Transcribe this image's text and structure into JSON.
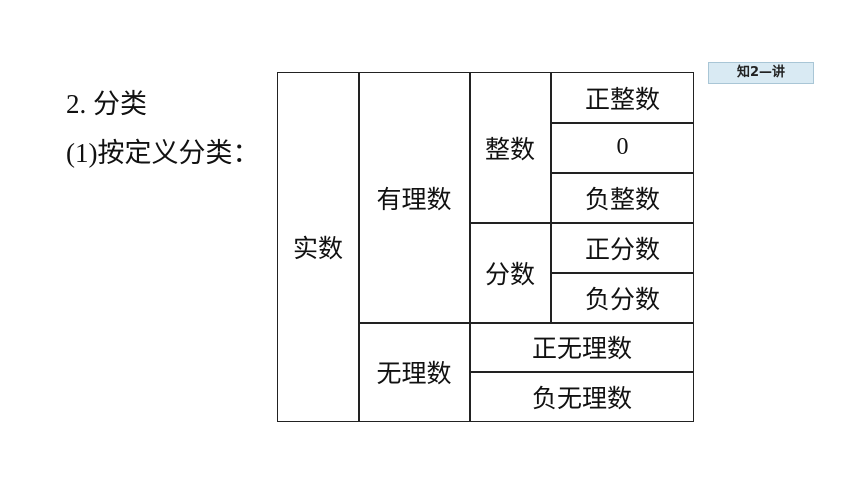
{
  "heading": {
    "line1": "2. 分类",
    "line2": "(1)按定义分类："
  },
  "badge": "知2—讲",
  "table": {
    "real": "实数",
    "rational": "有理数",
    "irrational": "无理数",
    "integer": "整数",
    "fraction": "分数",
    "pos_integer": "正整数",
    "zero": "0",
    "neg_integer": "负整数",
    "pos_fraction": "正分数",
    "neg_fraction": "负分数",
    "pos_irrational": "正无理数",
    "neg_irrational": "负无理数"
  }
}
